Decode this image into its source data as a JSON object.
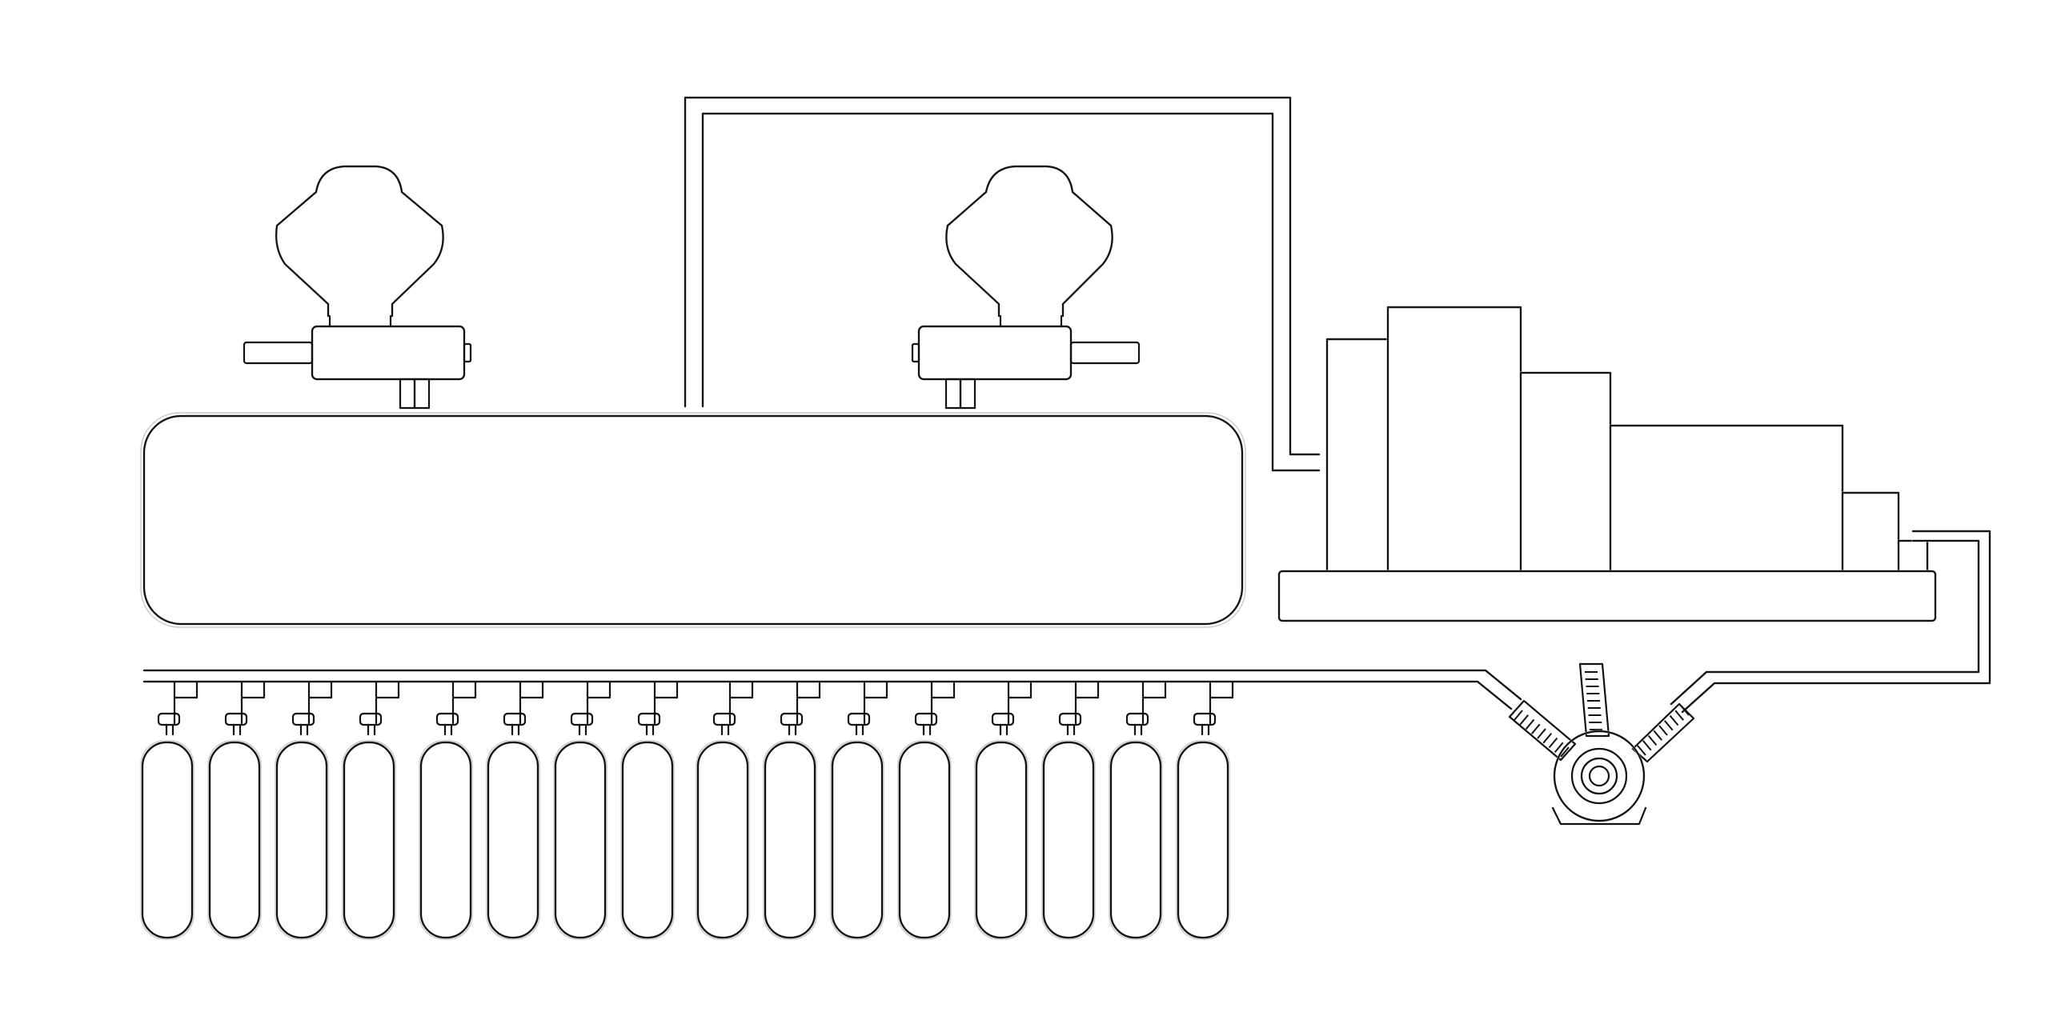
{
  "diagram": {
    "style": {
      "line_color": "#111111",
      "background": "#ffffff"
    },
    "components": {
      "hoppers": 2,
      "main_tank": 1,
      "stepped_unit_blocks": 5,
      "base_platform": 1,
      "pump": 1,
      "gauges": 3,
      "cylinders": 16
    }
  }
}
